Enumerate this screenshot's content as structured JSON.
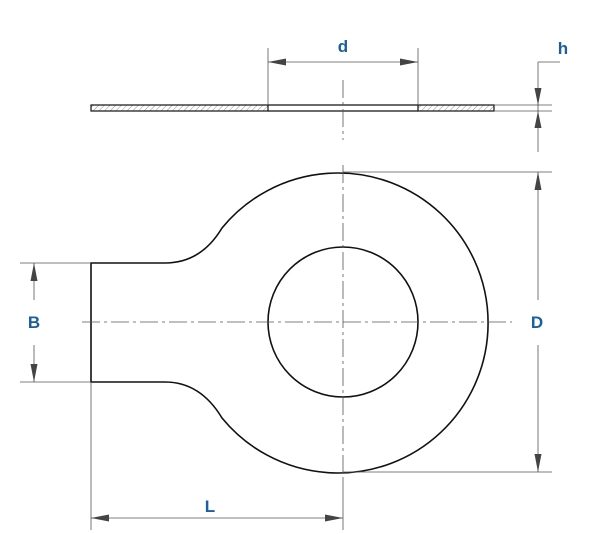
{
  "drawing": {
    "type": "technical drawing of a tab washer",
    "labels": {
      "d": "d",
      "h": "h",
      "B": "B",
      "D": "D",
      "L": "L"
    },
    "colors": {
      "label": "#1a5fa0",
      "outline": "#111111",
      "dimension_line": "#555555"
    }
  }
}
